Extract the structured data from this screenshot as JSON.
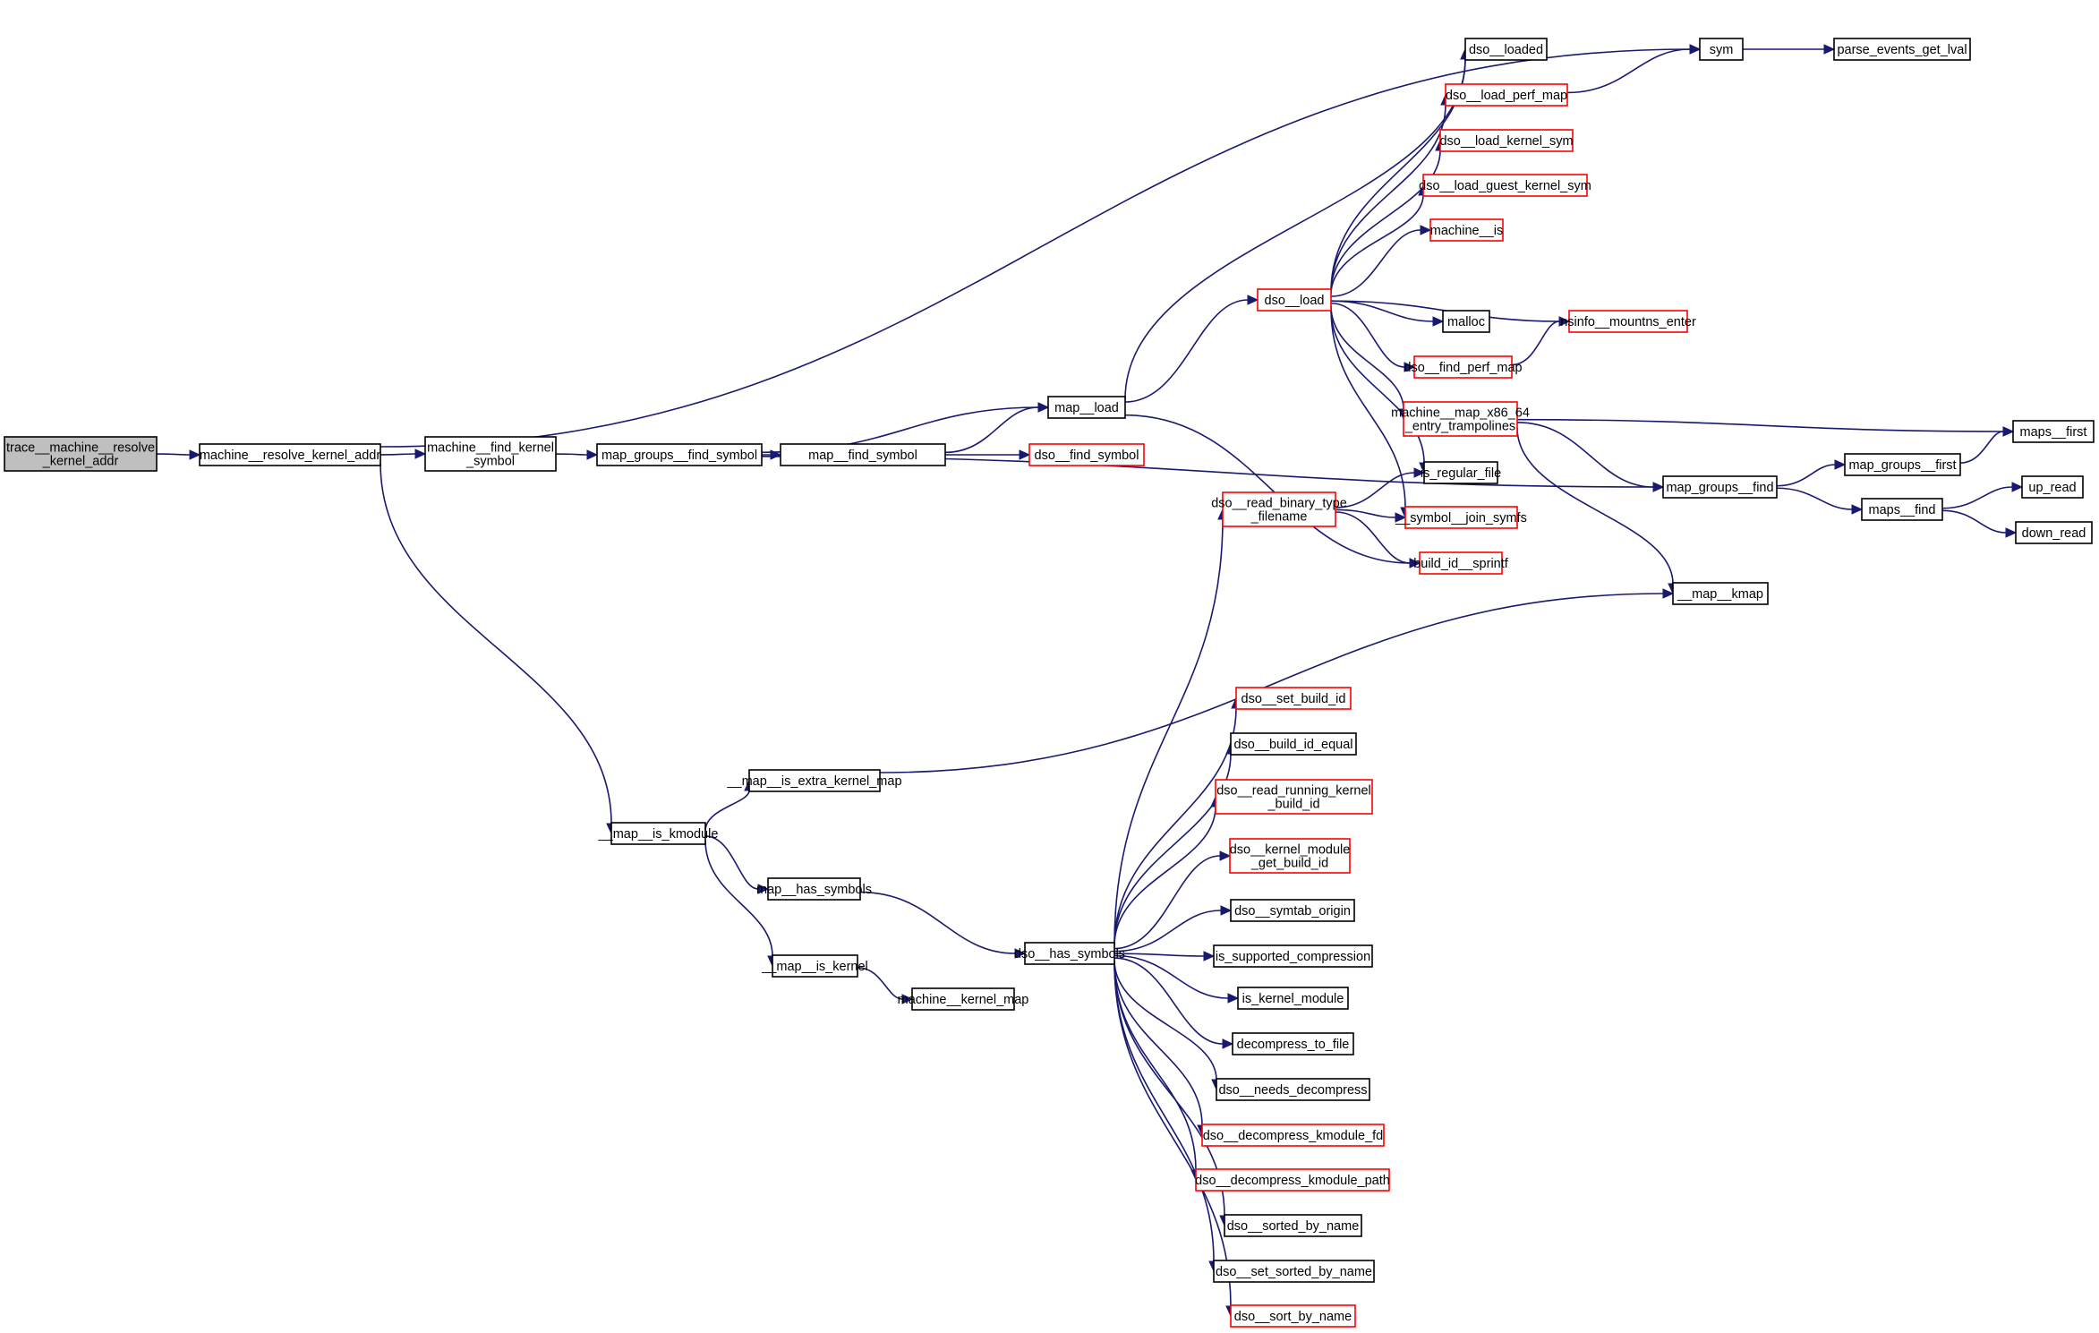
{
  "title": "Call graph: trace__machine__resolve_kernel_addr",
  "colors": {
    "edge": "#191970",
    "root_fill": "#bfbfbf",
    "node_fill": "#ffffff",
    "node_border": "#000000",
    "truncated_border": "#ff0000"
  },
  "nodes": [
    {
      "id": "root",
      "lines": [
        "trace__machine__resolve",
        "_kernel_addr"
      ],
      "kind": "root"
    },
    {
      "id": "mrka",
      "lines": [
        "machine__resolve_kernel_addr"
      ],
      "kind": "normal"
    },
    {
      "id": "mfks",
      "lines": [
        "machine__find_kernel",
        "_symbol"
      ],
      "kind": "normal"
    },
    {
      "id": "mgfs",
      "lines": [
        "map_groups__find_symbol"
      ],
      "kind": "normal"
    },
    {
      "id": "mfs",
      "lines": [
        "map__find_symbol"
      ],
      "kind": "normal"
    },
    {
      "id": "dfs",
      "lines": [
        "dso__find_symbol"
      ],
      "kind": "truncated"
    },
    {
      "id": "mload",
      "lines": [
        "map__load"
      ],
      "kind": "normal"
    },
    {
      "id": "dload",
      "lines": [
        "dso__load"
      ],
      "kind": "truncated"
    },
    {
      "id": "dloaded",
      "lines": [
        "dso__loaded"
      ],
      "kind": "normal"
    },
    {
      "id": "sym",
      "lines": [
        "sym"
      ],
      "kind": "normal"
    },
    {
      "id": "pegl",
      "lines": [
        "parse_events_get_lval"
      ],
      "kind": "normal"
    },
    {
      "id": "dlpm",
      "lines": [
        "dso__load_perf_map"
      ],
      "kind": "truncated"
    },
    {
      "id": "dlks",
      "lines": [
        "dso__load_kernel_sym"
      ],
      "kind": "truncated"
    },
    {
      "id": "dlgks",
      "lines": [
        "dso__load_guest_kernel_sym"
      ],
      "kind": "truncated"
    },
    {
      "id": "mis",
      "lines": [
        "machine__is"
      ],
      "kind": "truncated"
    },
    {
      "id": "malloc",
      "lines": [
        "malloc"
      ],
      "kind": "normal"
    },
    {
      "id": "nsme",
      "lines": [
        "nsinfo__mountns_enter"
      ],
      "kind": "truncated"
    },
    {
      "id": "dfpm",
      "lines": [
        "dso__find_perf_map"
      ],
      "kind": "truncated"
    },
    {
      "id": "mmx86",
      "lines": [
        "machine__map_x86_64",
        "_entry_trampolines"
      ],
      "kind": "truncated"
    },
    {
      "id": "mfirst",
      "lines": [
        "maps__first"
      ],
      "kind": "normal"
    },
    {
      "id": "mgfirst",
      "lines": [
        "map_groups__first"
      ],
      "kind": "normal"
    },
    {
      "id": "mgfind",
      "lines": [
        "map_groups__find"
      ],
      "kind": "normal"
    },
    {
      "id": "mfind",
      "lines": [
        "maps__find"
      ],
      "kind": "normal"
    },
    {
      "id": "upread",
      "lines": [
        "up_read"
      ],
      "kind": "normal"
    },
    {
      "id": "downread",
      "lines": [
        "down_read"
      ],
      "kind": "normal"
    },
    {
      "id": "irf",
      "lines": [
        "is_regular_file"
      ],
      "kind": "normal"
    },
    {
      "id": "drbtf",
      "lines": [
        "dso__read_binary_type",
        "_filename"
      ],
      "kind": "truncated"
    },
    {
      "id": "sjs",
      "lines": [
        "__symbol__join_symfs"
      ],
      "kind": "truncated"
    },
    {
      "id": "bids",
      "lines": [
        "build_id__sprintf"
      ],
      "kind": "truncated"
    },
    {
      "id": "mkmap",
      "lines": [
        "__map__kmap"
      ],
      "kind": "normal"
    },
    {
      "id": "mikm",
      "lines": [
        "__map__is_kmodule"
      ],
      "kind": "normal"
    },
    {
      "id": "miekm",
      "lines": [
        "__map__is_extra_kernel_map"
      ],
      "kind": "normal"
    },
    {
      "id": "mhs",
      "lines": [
        "map__has_symbols"
      ],
      "kind": "normal"
    },
    {
      "id": "mik",
      "lines": [
        "__map__is_kernel"
      ],
      "kind": "normal"
    },
    {
      "id": "dhs",
      "lines": [
        "dso__has_symbols"
      ],
      "kind": "normal"
    },
    {
      "id": "mkm",
      "lines": [
        "machine__kernel_map"
      ],
      "kind": "normal"
    },
    {
      "id": "dsbi",
      "lines": [
        "dso__set_build_id"
      ],
      "kind": "truncated"
    },
    {
      "id": "dbie",
      "lines": [
        "dso__build_id_equal"
      ],
      "kind": "normal"
    },
    {
      "id": "drrkb",
      "lines": [
        "dso__read_running_kernel",
        "_build_id"
      ],
      "kind": "truncated"
    },
    {
      "id": "dkmgb",
      "lines": [
        "dso__kernel_module",
        "_get_build_id"
      ],
      "kind": "truncated"
    },
    {
      "id": "dso",
      "lines": [
        "dso__symtab_origin"
      ],
      "kind": "normal"
    },
    {
      "id": "isc",
      "lines": [
        "is_supported_compression"
      ],
      "kind": "normal"
    },
    {
      "id": "ikm",
      "lines": [
        "is_kernel_module"
      ],
      "kind": "normal"
    },
    {
      "id": "dtf",
      "lines": [
        "decompress_to_file"
      ],
      "kind": "normal"
    },
    {
      "id": "dnd",
      "lines": [
        "dso__needs_decompress"
      ],
      "kind": "normal"
    },
    {
      "id": "ddkf",
      "lines": [
        "dso__decompress_kmodule_fd"
      ],
      "kind": "truncated"
    },
    {
      "id": "ddkp",
      "lines": [
        "dso__decompress_kmodule_path"
      ],
      "kind": "truncated"
    },
    {
      "id": "dsbn",
      "lines": [
        "dso__sorted_by_name"
      ],
      "kind": "normal"
    },
    {
      "id": "dssbn",
      "lines": [
        "dso__set_sorted_by_name"
      ],
      "kind": "normal"
    },
    {
      "id": "dsortbn",
      "lines": [
        "dso__sort_by_name"
      ],
      "kind": "truncated"
    }
  ],
  "edges": [
    [
      "root",
      "mrka"
    ],
    [
      "mrka",
      "mfks"
    ],
    [
      "mrka",
      "sym"
    ],
    [
      "mrka",
      "mikm"
    ],
    [
      "mfks",
      "mgfs"
    ],
    [
      "mgfs",
      "mfs"
    ],
    [
      "mgfs",
      "mload"
    ],
    [
      "mgfs",
      "mgfind"
    ],
    [
      "mfs",
      "mload"
    ],
    [
      "mfs",
      "dfs"
    ],
    [
      "mload",
      "dload"
    ],
    [
      "mload",
      "dloaded"
    ],
    [
      "mload",
      "bids"
    ],
    [
      "dload",
      "dloaded"
    ],
    [
      "dload",
      "dlpm"
    ],
    [
      "dload",
      "dlks"
    ],
    [
      "dload",
      "dlgks"
    ],
    [
      "dload",
      "mis"
    ],
    [
      "dload",
      "nsme"
    ],
    [
      "dload",
      "malloc"
    ],
    [
      "dload",
      "dfpm"
    ],
    [
      "dload",
      "mmx86"
    ],
    [
      "dload",
      "irf"
    ],
    [
      "dload",
      "sjs"
    ],
    [
      "dlpm",
      "sym"
    ],
    [
      "sym",
      "pegl"
    ],
    [
      "dfpm",
      "nsme"
    ],
    [
      "mmx86",
      "mfirst"
    ],
    [
      "mmx86",
      "mgfind"
    ],
    [
      "mmx86",
      "mkmap"
    ],
    [
      "mgfind",
      "mgfirst"
    ],
    [
      "mgfind",
      "mfind"
    ],
    [
      "mgfirst",
      "mfirst"
    ],
    [
      "mfind",
      "upread"
    ],
    [
      "mfind",
      "downread"
    ],
    [
      "drbtf",
      "irf"
    ],
    [
      "drbtf",
      "sjs"
    ],
    [
      "drbtf",
      "bids"
    ],
    [
      "mikm",
      "miekm"
    ],
    [
      "mikm",
      "mhs"
    ],
    [
      "mikm",
      "mik"
    ],
    [
      "miekm",
      "mkmap"
    ],
    [
      "mhs",
      "dhs"
    ],
    [
      "mik",
      "mkm"
    ],
    [
      "dhs",
      "drbtf"
    ],
    [
      "dhs",
      "dsbi"
    ],
    [
      "dhs",
      "dbie"
    ],
    [
      "dhs",
      "drrkb"
    ],
    [
      "dhs",
      "dkmgb"
    ],
    [
      "dhs",
      "dso"
    ],
    [
      "dhs",
      "isc"
    ],
    [
      "dhs",
      "ikm"
    ],
    [
      "dhs",
      "dtf"
    ],
    [
      "dhs",
      "dnd"
    ],
    [
      "dhs",
      "ddkf"
    ],
    [
      "dhs",
      "ddkp"
    ],
    [
      "dhs",
      "dsbn"
    ],
    [
      "dhs",
      "dssbn"
    ],
    [
      "dhs",
      "dsortbn"
    ]
  ]
}
